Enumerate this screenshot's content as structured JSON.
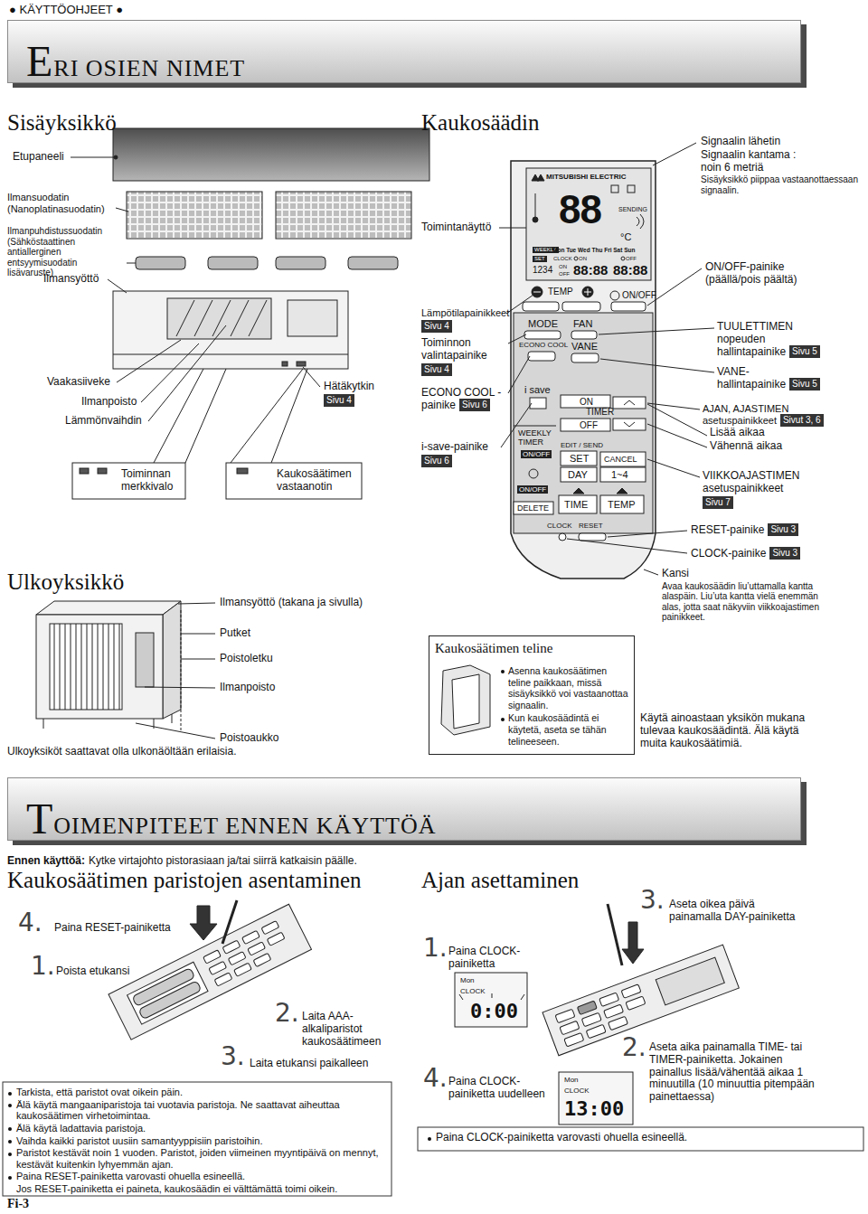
{
  "diagram": {
    "nodes": [
      {
        "text": [
          "ERI OSIEN NIMET"
        ]
      },
      {
        "text": [
          "Sivu 4"
        ]
      },
      {
        "text": [
          "Sivu 4"
        ]
      },
      {
        "text": [
          "Sivu 4"
        ]
      },
      {
        "text": [
          "Sivu 6"
        ]
      },
      {
        "text": [
          "Sivu 6"
        ]
      },
      {
        "text": [
          "Sivu 5"
        ]
      },
      {
        "text": [
          "Sivu 5"
        ]
      },
      {
        "text": [
          "Sivut 3, 6"
        ]
      },
      {
        "text": [
          "Sivu 7"
        ]
      },
      {
        "text": [
          "Sivu 3"
        ]
      },
      {
        "text": [
          "Sivu 3"
        ]
      },
      {
        "text": [
          "Kaukosäätimen teline",
          "Asenna kaukosäätimen teline paikkaan, missä sisäyksikkö voi vastaanottaa signaalin.",
          "Kun kaukosäädintä ei käytetä, aseta se tähän telineeseen."
        ]
      },
      {
        "text": [
          "TOIMENPITEET ENNEN KÄYTTÖÄ"
        ]
      }
    ],
    "labels": [
      "● KÄYTTÖOHJEET ●",
      "Sisäyksikkö",
      "Etupaneeli",
      "Ilmansuodatin (Nanoplatinasuodatin)",
      "Ilmanpuhdistussuodatin (Sähköstaattinen antiallerginen entsyymisuodatin lisävaruste)",
      "Ilmansyöttö",
      "Vaakasiiveke",
      "Ilmanpoisto",
      "Lämmönvaihdin",
      "Hätäkytkin",
      "Toiminnan merkkivalo",
      "Kaukosäätimen vastaanotin",
      "Kaukosäädin",
      "Toimintanäyttö",
      "Lämpötilapainikkeet",
      "Toiminnon valintapainike",
      "ECONO COOL -painike",
      "i-save-painike",
      "Signaalin lähetin",
      "Signaalin kantama : noin 6 metriä",
      "Sisäyksikkö piippaa vastaanottaessaan signaalin.",
      "ON/OFF-painike (päällä/pois päältä)",
      "TUULETTIMEN nopeuden hallintapainike",
      "VANE-hallintapainike",
      "AJAN, AJASTIMEN asetuspainikkeet",
      "Lisää aikaa",
      "Vähennä aikaa",
      "VIIKKOAJASTIMEN asetuspainikkeet",
      "RESET-painike",
      "CLOCK-painike",
      "MITSUBISHI ELECTRIC",
      "SENDING",
      "88",
      "°C",
      "WEEKLY",
      "Mon Tue Wed Thu Fri Sat Sun",
      "SET",
      "CLOCK",
      "ON",
      "OFF",
      "1234",
      "ON",
      "OFF",
      "88:88",
      "88:88",
      "TEMP",
      "ON/OFF",
      "MODE",
      "FAN",
      "ECONO COOL",
      "VANE",
      "i save",
      "ON",
      "TIMER",
      "OFF",
      "WEEKLY TIMER",
      "ON/OFF",
      "EDIT / SEND",
      "SET",
      "CANCEL",
      "DAY",
      "1~4",
      "ON/OFF",
      "DELETE",
      "TIME",
      "TEMP",
      "CLOCK",
      "RESET",
      "Kansi",
      "Avaa kaukosäädin liu’uttamalla kantta alaspäin. Liu’uta kantta vielä enemmän alas, jotta saat näkyviin viikkoajastimen painikkeet.",
      "Käytä ainoastaan yksikön mukana tulevaa kaukosäädintä. Älä käytä muita kaukosäätimiä.",
      "Ulkoyksikkö",
      "Ilmansyöttö (takana ja sivulla)",
      "Putket",
      "Poistoletku",
      "Ilmanpoisto",
      "Poistoaukko",
      "Ulkoyksiköt saattavat olla ulkonäöltään erilaisia.",
      "Ennen käyttöä:",
      "Kytke virtajohto pistorasiaan ja/tai siirrä katkaisin päälle.",
      "Kaukosäätimen paristojen asentaminen",
      "4.",
      "Paina RESET-painiketta",
      "1.",
      "Poista etukansi",
      "2.",
      "Laita AAA-alkaliparistot kaukosäätimeen",
      "3.",
      "Laita etukansi paikalleen",
      "Tarkista, että paristot ovat oikein päin.",
      "Älä käytä mangaaniparistoja tai vuotavia paristoja. Ne saattavat aiheuttaa kaukosäätimen virhetoimintaa.",
      "Älä käytä ladattavia paristoja.",
      "Vaihda kaikki paristot uusiin samantyyppisiin paristoihin.",
      "Paristot kestävät noin 1 vuoden. Paristot, joiden viimeinen myyntipäivä on mennyt, kestävät kuitenkin lyhyemmän ajan.",
      "Paina RESET-painiketta varovasti ohuella esineellä.",
      "Jos RESET-painiketta ei paineta, kaukosäädin ei välttämättä toimi oikein.",
      "Fi-3",
      "Ajan asettaminen",
      "1.",
      "Paina CLOCK-painiketta",
      "Mon",
      "CLOCK",
      "0:00",
      "4.",
      "Paina CLOCK-painiketta uudelleen",
      "Mon",
      "CLOCK",
      "13:00",
      "3.",
      "Aseta oikea päivä painamalla DAY-painiketta",
      "2.",
      "Aseta aika painamalla TIME- tai TIMER-painiketta. Jokainen painallus lisää/vähentää aikaa 1 minuutilla (10 minuuttia pitempään painettaessa)",
      "Paina CLOCK-painiketta varovasti ohuella esineellä."
    ]
  }
}
